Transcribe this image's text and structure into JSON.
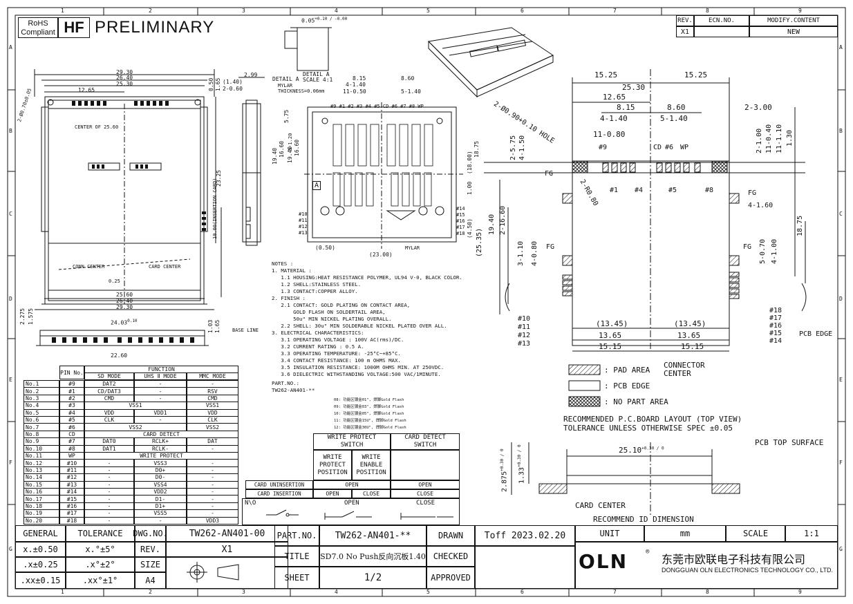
{
  "header": {
    "rohs_line1": "RoHS",
    "rohs_line2": "Compliant",
    "hf": "HF",
    "preliminary": "PRELIMINARY"
  },
  "zones": {
    "cols": [
      "1",
      "2",
      "3",
      "4",
      "5",
      "6",
      "7",
      "8",
      "9"
    ],
    "rows": [
      "A",
      "B",
      "C",
      "D",
      "E",
      "F",
      "G"
    ]
  },
  "revision_table": {
    "headers": [
      "REV.",
      "ECN.NO.",
      "MODIFY.CONTENT"
    ],
    "row": [
      "X1",
      "",
      "NEW"
    ]
  },
  "detail": {
    "detail_a": "DETAIL A",
    "detail_a_scale": "DETAIL A\nSCALE 4:1",
    "mylar_thickness": "MYLAR\nTHICKNESS=0.06mm",
    "dim_005": "0.05",
    "dim_005_tol": "+0.10 / -0.00"
  },
  "front_view_dims": {
    "d2930": "29.30",
    "d2640": "26.40",
    "d2530": "25.30",
    "d1265": "12.65",
    "center_of": "CENTER OF 25.60",
    "hole": "2-Ø0.70±0.05",
    "conn_center": "CONN CENTER",
    "card_center": "CARD CENTER",
    "d025": "0.25",
    "d2560": "25.60",
    "card_insertion": "10.00(INSERTION CARD)",
    "d2325": "23.25",
    "b2930": "29.30",
    "b2640": "26.40"
  },
  "side_view_dims": {
    "d140": "(1.40)",
    "d299": "2.99",
    "d260": "2-0.60",
    "d050": "0.50",
    "d165": "1.65",
    "d575": "5.75",
    "d1940": "19.40",
    "d1660": "16.60"
  },
  "bottom_view_dims": {
    "d2403": "24.03",
    "d2260": "22.60",
    "base_line": "BASE LINE",
    "d103": "1.03",
    "d165": "1.65",
    "d227": "2.275",
    "d157": "1.575",
    "d010": "0.10"
  },
  "pinside_view": {
    "top_labels": "#9 #1 #2 #3 #4  #5 CD #6 #7 #8 WP",
    "d815": "8.15",
    "d860": "8.60",
    "d414": "4-1.40",
    "d1105": "11-0.50",
    "d514": "5-1.40",
    "left_pins": [
      "#10",
      "#11",
      "#12",
      "#13"
    ],
    "right_pins": [
      "#14",
      "#15",
      "#16",
      "#17",
      "#18"
    ],
    "a_mark": "A",
    "d050": "(0.50)",
    "d2300": "(23.00)",
    "mylar": "MYLAR",
    "d1875": "18.75",
    "d1800": "(18.00)",
    "d1700": "1.00",
    "d450": "(4.50)",
    "d1940": "19.40",
    "d1660": "16.60",
    "d1520": "5-1.20"
  },
  "notes": {
    "title": "NOTES :",
    "lines": [
      "1. MATERIAL :",
      "   1.1 HOUSING:HEAT RESISTANCE POLYMER, UL94 V-0, BLACK COLOR.",
      "   1.2 SHELL:STAINLESS STEEL.",
      "   1.3 CONTACT:COPPER ALLOY.",
      "2. FINISH :",
      "   2.1 CONTACT: GOLD PLATING ON CONTACT AREA,",
      "       GOLD FLASH ON SOLDERTAIL AREA,",
      "       50u\" MIN NICKEL PLATING OVERALL.",
      "   2.2 SHELL: 30u\" MIN SOLDERABLE NICKEL PLATED OVER ALL.",
      "3. ELECTRICAL CHARACTERISTICS:",
      "   3.1 OPERATING VOLTAGE : 100V AC(rms)/DC.",
      "   3.2 CURRENT RATING : 0.5 A.",
      "   3.3 OPERATING TEMPERATURE: -25°C~+85°C.",
      "   3.4 CONTACT RESISTANCE: 100 m OHMS MAX.",
      "   3.5 INSULATION RESISTANCE: 1000M OHMS MIN. AT 250VDC.",
      "   3.6 DIELECTRIC WITHSTANDING VOLTAGE:500 VAC/1MINUTE."
    ],
    "partno_label": "PART.NO.:",
    "partno_base": "TW262-AN401-**",
    "partno_options": [
      "08: 功能区镀金01\", 焊脚Gold Flash",
      "09: 功能区镀金03\", 焊脚Gold Flash",
      "10: 功能区镀金05\", 焊脚Gold Flash",
      "11: 功能区镀金15U\", 焊脚Gold Flash",
      "12: 功能区镀金30U\", 焊脚Gold Flash"
    ]
  },
  "pin_table": {
    "pin_no_header": "PIN No.",
    "function_header": "FUNCTION",
    "mode_headers": [
      "SD MODE",
      "UHS Ⅱ MODE",
      "MMC MODE"
    ],
    "rows": [
      [
        "No.1",
        "#9",
        "DAT2",
        "-",
        "-"
      ],
      [
        "No.2",
        "#1",
        "CD/DAT3",
        "-",
        "RSV"
      ],
      [
        "No.3",
        "#2",
        "CMD",
        "-",
        "CMD"
      ],
      [
        "No.4",
        "#3",
        "VSS1",
        "",
        "VSS1"
      ],
      [
        "No.5",
        "#4",
        "VDD",
        "VDD1",
        "VDD"
      ],
      [
        "No.6",
        "#5",
        "CLK",
        "-",
        "CLK"
      ],
      [
        "No.7",
        "#6",
        "VSS2",
        "",
        "VSS2"
      ],
      [
        "No.8",
        "CD",
        "CARD DETECT",
        "",
        ""
      ],
      [
        "No.9",
        "#7",
        "DAT0",
        "RCLK+",
        "DAT"
      ],
      [
        "No.10",
        "#8",
        "DAT1",
        "RCLK-",
        "-"
      ],
      [
        "No.11",
        "WP",
        "WRITE PROTECT",
        "",
        ""
      ],
      [
        "No.12",
        "#10",
        "-",
        "VSS3",
        "-"
      ],
      [
        "No.13",
        "#11",
        "-",
        "D0+",
        "-"
      ],
      [
        "No.14",
        "#12",
        "-",
        "D0-",
        "-"
      ],
      [
        "No.15",
        "#13",
        "-",
        "VSS4",
        "-"
      ],
      [
        "No.16",
        "#14",
        "-",
        "VDD2",
        "-"
      ],
      [
        "No.17",
        "#15",
        "-",
        "D1-",
        "-"
      ],
      [
        "No.18",
        "#16",
        "-",
        "D1+",
        "-"
      ],
      [
        "No.19",
        "#17",
        "-",
        "VSS5",
        "-"
      ],
      [
        "No.20",
        "#18",
        "-",
        "-",
        "VDD3"
      ]
    ]
  },
  "switch_table": {
    "wp_switch": "WRITE PROTECT\nSWITCH",
    "cd_switch": "CARD DETECT\nSWITCH",
    "wp_position": "WRITE\nPROTECT\nPOSITION",
    "we_position": "WRITE\nENABLE\nPOSITION",
    "uninsertion": "CARD UNINSERTION",
    "insertion": "CARD INSERTION",
    "uninsert_wp": "OPEN",
    "uninsert_cd": "OPEN",
    "insert_wp": "OPEN",
    "insert_we": "CLOSE",
    "insert_cd": "CLOSE",
    "nio": "N\\O",
    "open": "OPEN",
    "close": "CLOSE"
  },
  "pcb_layout": {
    "d1525a": "15.25",
    "d1525b": "15.25",
    "d2530": "25.30",
    "d1265": "12.65",
    "d815": "8.15",
    "d860": "8.60",
    "d230": "2-3.00",
    "d4140": "4-1.40",
    "d5140": "5-1.40",
    "d1108": "11-0.80",
    "hole": "2-Ø0.90+0.10 HOLE",
    "r080": "2-R0.80",
    "p9": "#9",
    "cd": "CD",
    "p6": "#6",
    "wp": "WP",
    "p1": "#1",
    "p4": "#4",
    "p5": "#5",
    "p8": "#8",
    "fg": "FG",
    "d2575": "2-5.75",
    "d4150": "4-1.50",
    "d2160": "2-16.60",
    "d1940": "19.40",
    "d2535": "(25.35)",
    "d3110": "3-1.10",
    "d4080": "4-0.80",
    "d2100": "2-1.00",
    "d1140": "11-0.40",
    "d1110": "11-1.10",
    "d130": "1.30",
    "d4160": "4-1.60",
    "d1875": "18.75",
    "d5070": "5-0.70",
    "d4100": "4-1.00",
    "left_pins": [
      "#10",
      "#11",
      "#12",
      "#13"
    ],
    "right_pins": [
      "#18",
      "#17",
      "#16",
      "#15",
      "#14"
    ],
    "pcb_edge": "PCB EDGE",
    "d1345a": "(13.45)",
    "d1345b": "(13.45)",
    "d1365a": "13.65",
    "d1365b": "13.65",
    "d1515a": "15.15",
    "d1515b": "15.15"
  },
  "legend": {
    "pad": ": PAD AREA",
    "pcb": ": PCB EDGE",
    "no_part": ": NO PART AREA",
    "connector_center": "CONNECTOR\nCENTER",
    "title1": "RECOMMENDED P.C.BOARD LAYOUT (TOP VIEW)",
    "title2": "TOLERANCE UNLESS OTHERWISE SPEC ±0.05"
  },
  "id_dimension": {
    "d2875": "2.875",
    "d2875_tol": "+0.30 / 0",
    "d133": "1.33",
    "d133_tol": "+0.30 / 0",
    "d2510": "25.10",
    "d2510_tol": "+0.30 / 0",
    "pcb_top": "PCB TOP SURFACE",
    "card_center": "CARD CENTER",
    "title": "RECOMMEND ID DIMENSION"
  },
  "title_block": {
    "general": "GENERAL",
    "tolerance": "TOLERANCE",
    "t1a": "x.±0.50",
    "t1b": "x.°±5°",
    "t2a": ".x±0.25",
    "t2b": ".x°±2°",
    "t3a": ".xx±0.15",
    "t3b": ".xx°±1°",
    "dwg_no_label": "DWG.NO.",
    "dwg_no": "TW262-AN401-00",
    "rev_label": "REV.",
    "rev": "X1",
    "size_label": "SIZE",
    "size": "A4",
    "part_no_label": "PART.NO.",
    "part_no": "TW262-AN401-**",
    "title_label": "TITLE",
    "title": "SD7.0 No Push反向沉板1.40",
    "sheet_label": "SHEET",
    "sheet": "1/2",
    "drawn_label": "DRAWN",
    "drawn": "Toff  2023.02.20",
    "checked_label": "CHECKED",
    "approved_label": "APPROVED",
    "unit_label": "UNIT",
    "unit": "mm",
    "scale_label": "SCALE",
    "scale": "1:1",
    "company_cn": "东莞市欧联电子科技有限公司",
    "company_en": "DONGGUAN OLN ELECTRONICS TECHNOLOGY CO., LTD.",
    "logo": "OLN"
  }
}
